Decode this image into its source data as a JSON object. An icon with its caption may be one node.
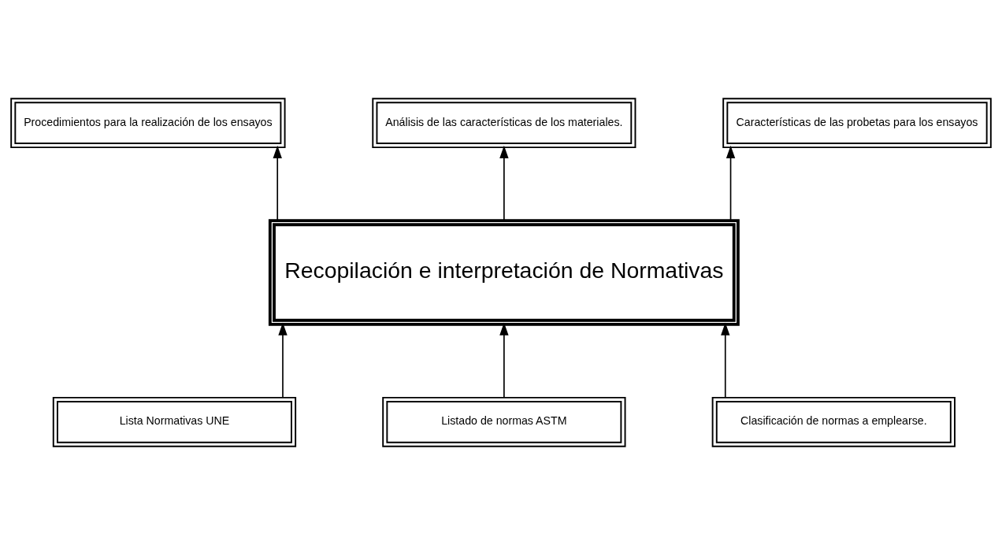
{
  "diagram": {
    "nodes": [
      {
        "text": [
          "Procedimientos para la realización de los ensayos"
        ]
      },
      {
        "text": [
          "Análisis de las características de los materiales."
        ]
      },
      {
        "text": [
          "Características de las probetas para los ensayos"
        ]
      },
      {
        "text": [
          "Recopilación e interpretación de Normativas"
        ]
      },
      {
        "text": [
          "Lista Normativas UNE"
        ]
      },
      {
        "text": [
          "Listado de normas ASTM"
        ]
      },
      {
        "text": [
          "Clasificación de normas a emplearse."
        ]
      }
    ],
    "edges": [
      {
        "from": 3,
        "to": 0,
        "arrow": "to"
      },
      {
        "from": 3,
        "to": 1,
        "arrow": "to"
      },
      {
        "from": 3,
        "to": 2,
        "arrow": "to"
      },
      {
        "from": 4,
        "to": 3,
        "arrow": "to"
      },
      {
        "from": 5,
        "to": 3,
        "arrow": "to"
      },
      {
        "from": 6,
        "to": 3,
        "arrow": "to"
      }
    ]
  }
}
